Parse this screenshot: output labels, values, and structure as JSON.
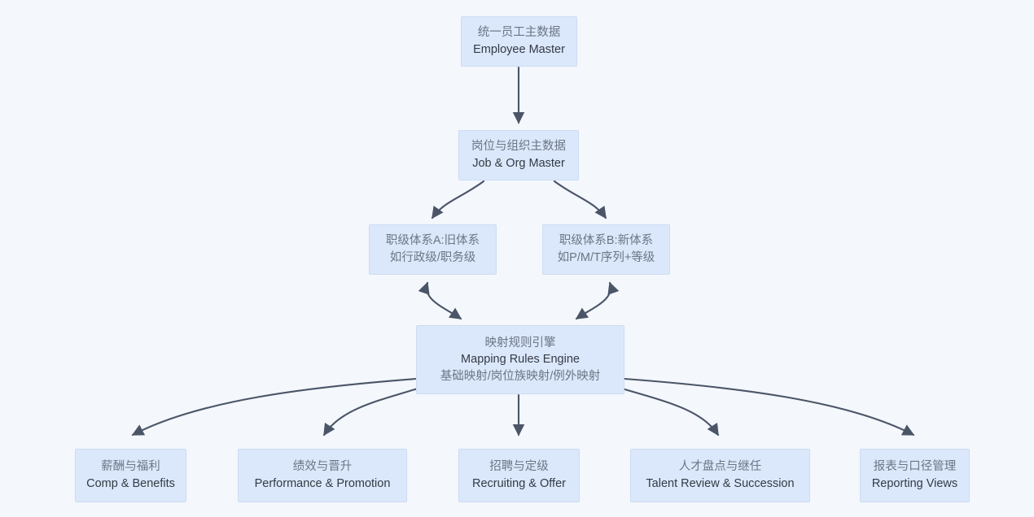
{
  "diagram": {
    "type": "flowchart",
    "direction": "top-down",
    "background_color": "#f4f7fb",
    "node_fill_color": "#dbe8fb",
    "node_border_color": "#cddcf4",
    "edge_color": "#4a5568",
    "cn_text_color": "#6b7684",
    "en_text_color": "#333a44"
  },
  "nodes": {
    "employee_master": {
      "cn": "统一员工主数据",
      "en": "Employee Master"
    },
    "job_org_master": {
      "cn": "岗位与组织主数据",
      "en": "Job & Org Master"
    },
    "level_system_a": {
      "cn": "职级体系A:旧体系",
      "sub": "如行政级/职务级"
    },
    "level_system_b": {
      "cn": "职级体系B:新体系",
      "sub": "如P/M/T序列+等级"
    },
    "mapping_engine": {
      "cn": "映射规则引擎",
      "en": "Mapping Rules Engine",
      "sub": "基础映射/岗位族映射/例外映射"
    },
    "comp_benefits": {
      "cn": "薪酬与福利",
      "en": "Comp & Benefits"
    },
    "performance_promotion": {
      "cn": "绩效与晋升",
      "en": "Performance & Promotion"
    },
    "recruiting_offer": {
      "cn": "招聘与定级",
      "en": "Recruiting & Offer"
    },
    "talent_review": {
      "cn": "人才盘点与继任",
      "en": "Talent Review & Succession"
    },
    "reporting_views": {
      "cn": "报表与口径管理",
      "en": "Reporting Views"
    }
  },
  "edges": [
    {
      "from": "employee_master",
      "to": "job_org_master",
      "style": "straight",
      "arrows": "single"
    },
    {
      "from": "job_org_master",
      "to": "level_system_a",
      "style": "curved",
      "arrows": "single"
    },
    {
      "from": "job_org_master",
      "to": "level_system_b",
      "style": "curved",
      "arrows": "single"
    },
    {
      "from": "level_system_a",
      "to": "mapping_engine",
      "style": "curved",
      "arrows": "double"
    },
    {
      "from": "level_system_b",
      "to": "mapping_engine",
      "style": "curved",
      "arrows": "double"
    },
    {
      "from": "mapping_engine",
      "to": "comp_benefits",
      "style": "curved",
      "arrows": "single"
    },
    {
      "from": "mapping_engine",
      "to": "performance_promotion",
      "style": "curved",
      "arrows": "single"
    },
    {
      "from": "mapping_engine",
      "to": "recruiting_offer",
      "style": "straight",
      "arrows": "single"
    },
    {
      "from": "mapping_engine",
      "to": "talent_review",
      "style": "curved",
      "arrows": "single"
    },
    {
      "from": "mapping_engine",
      "to": "reporting_views",
      "style": "curved",
      "arrows": "single"
    }
  ]
}
